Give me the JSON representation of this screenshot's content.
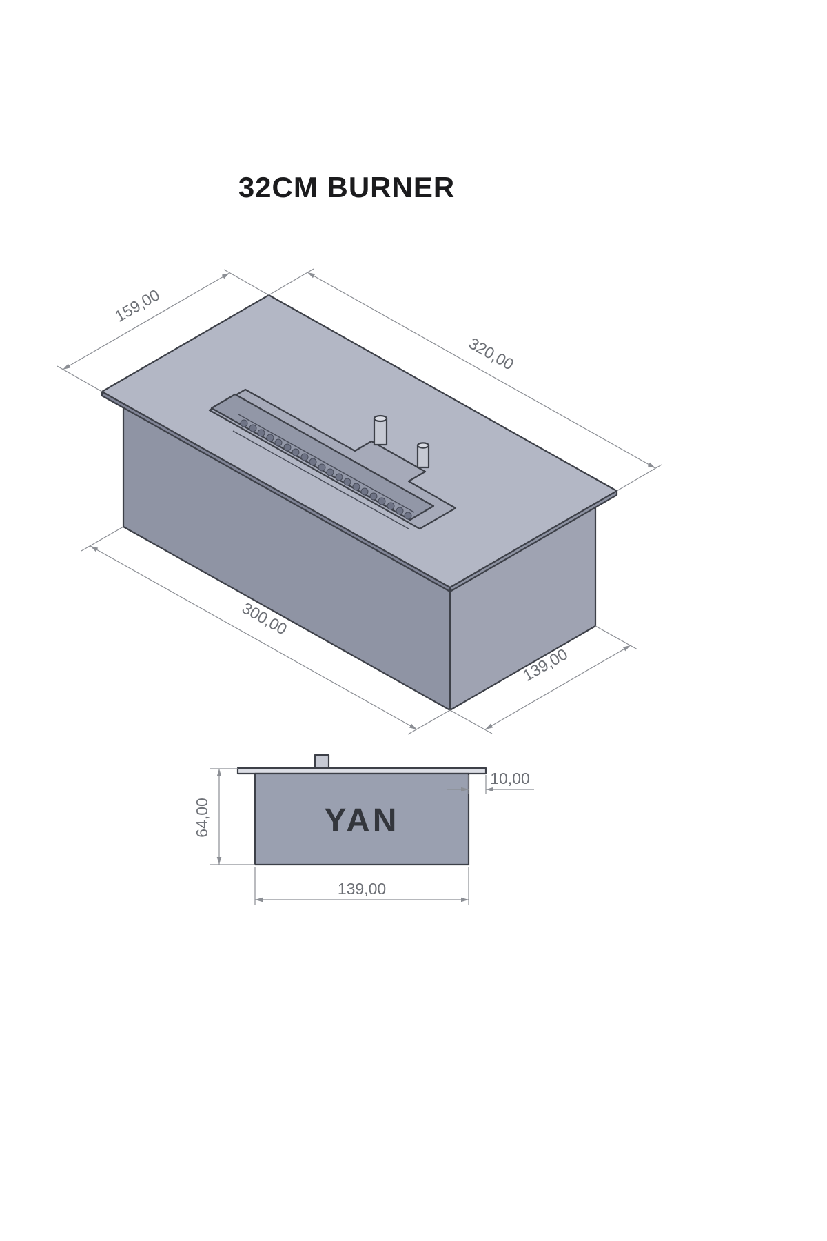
{
  "title": "32CM BURNER",
  "views": {
    "isometric": {
      "name": "isometric-view",
      "dims": {
        "width_top": "159,00",
        "length_top": "320,00",
        "length_body": "300,00",
        "width_body": "139,00"
      }
    },
    "side": {
      "label": "YAN",
      "dims": {
        "height": "64,00",
        "flange_lip": "10,00",
        "width": "139,00"
      }
    }
  },
  "colors": {
    "background": "#ffffff",
    "outline": "#3d4048",
    "face_top": "#b3b7c5",
    "face_left": "#8f94a4",
    "face_right": "#9fa3b2",
    "flange_edge_left": "#808496",
    "flange_edge_right": "#8d92a2",
    "slot_wall": "#a6aab9",
    "recess": "#9297a7",
    "hole": "#6f7486",
    "pin_body": "#c6c9d3",
    "pin_top": "#dadce4",
    "side_flange": "#dcdee5",
    "side_body": "#9aa0b0",
    "dim_line": "#8b8e94",
    "dim_text": "#6d7076",
    "title_text": "#1b1b1d",
    "label_text": "#33363c"
  }
}
